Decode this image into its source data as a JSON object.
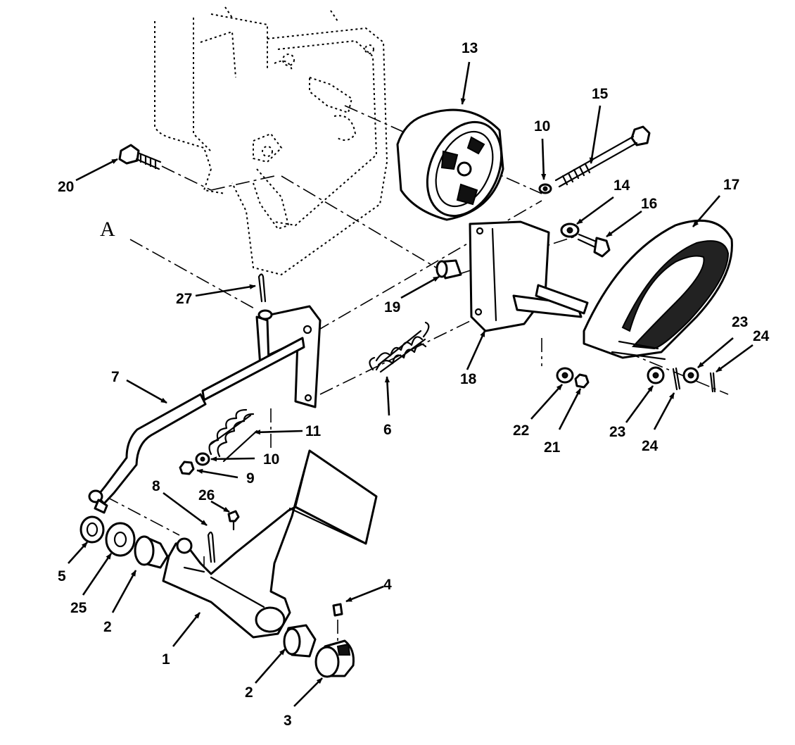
{
  "view_label": "A",
  "callouts": {
    "c1": "1",
    "c2a": "2",
    "c2b": "2",
    "c3": "3",
    "c4": "4",
    "c5": "5",
    "c6": "6",
    "c7": "7",
    "c8": "8",
    "c9": "9",
    "c10a": "10",
    "c10b": "10",
    "c11": "11",
    "c13": "13",
    "c14": "14",
    "c15": "15",
    "c16": "16",
    "c17": "17",
    "c18": "18",
    "c19": "19",
    "c20": "20",
    "c21": "21",
    "c22": "22",
    "c23a": "23",
    "c23b": "23",
    "c24a": "24",
    "c24b": "24",
    "c25": "25",
    "c26": "26",
    "c27": "27"
  }
}
